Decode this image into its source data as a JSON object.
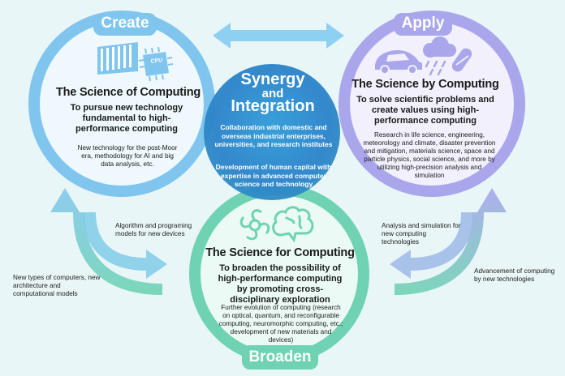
{
  "labels": {
    "create": "Create",
    "apply": "Apply",
    "broaden": "Broaden"
  },
  "center": {
    "title_line1": "Synergy",
    "title_line2": "and",
    "title_line3": "Integration",
    "collab": "Collaboration with domestic and overseas industrial enterprises, universities, and research institutes",
    "human": "Development of human capital with expertise in advanced computer science and technology"
  },
  "of": {
    "title": "The Science of Computing",
    "subtitle": "To pursue new technology fundamental to high-performance computing",
    "body": "New technology for the post-Moor era, methodology for AI and big data analysis, etc."
  },
  "by": {
    "title": "The Science by Computing",
    "subtitle": "To solve scientific problems and create values using high-performance computing",
    "body": "Research in life science, engineering, meteorology and climate, disaster prevention and mitigation, materials science, space and particle physics, social science, and more by utilizing high-precision analysis and simulation"
  },
  "for": {
    "title": "The Science for Computing",
    "subtitle": "To broaden the possibility of high-performance computing by promoting cross-disciplinary exploration",
    "body": "Further evolution of computing (research on optical, quantum, and reconfigurable computing, neuromorphic computing, etc.; development of new materials and devices)"
  },
  "side": {
    "algorithm": "Algorithm and programing models for new devices",
    "new_types": "New types of computers, new architecture and computational models",
    "analysis": "Analysis and simulation for new computing technologies",
    "advancement": "Advancement of computing by new technologies"
  },
  "icons": {
    "server": "server-rack-icon",
    "cpu": "cpu-chip-icon",
    "car": "car-icon",
    "weather": "cloud-rain-icon",
    "pill": "capsule-icon",
    "flower": "flower-icon",
    "brain": "brain-icon",
    "cpu_label": "CPU"
  },
  "colors": {
    "create": "#7fc5ee",
    "apply": "#a9a6ec",
    "broaden": "#6fd3b3",
    "center": "#2b88cf",
    "background": "#e9f6f8"
  }
}
